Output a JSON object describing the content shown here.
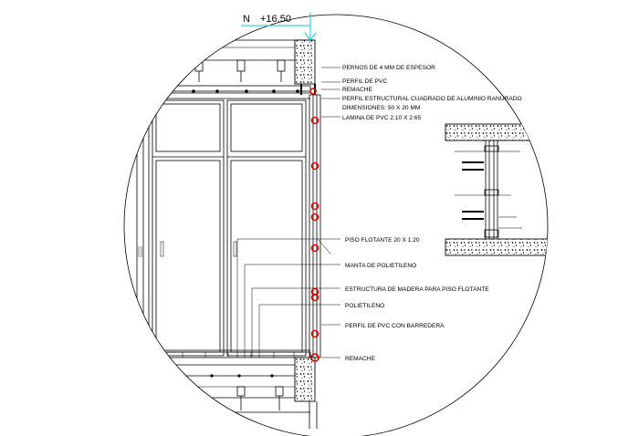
{
  "level": {
    "prefix": "N",
    "value": "+16.50"
  },
  "callouts": [
    "PERNOS DE 4 MM DE ESPESOR",
    "PERFIL DE PVC",
    "REMACHE",
    "PERFIL ESTRUCTURAL CUADRADO DE ALUMINIO RANURADO",
    "DIMENSIONES: 50 X 20 MM",
    "LAMINA DE PVC 2.10 X 2.65",
    "PISO FLOTANTE 20 X 1.20",
    "MANTA DE POLIETILENO",
    "ESTRUCTURA DE MADERA PARA PISO FLOTANTE",
    "POLIETILENO",
    "PERFIL DE PVC CON BARREDERA",
    "REMACHE"
  ],
  "colors": {
    "line": "#000000",
    "accent_red": "#e00000",
    "level_marker": "#00c8d8"
  }
}
